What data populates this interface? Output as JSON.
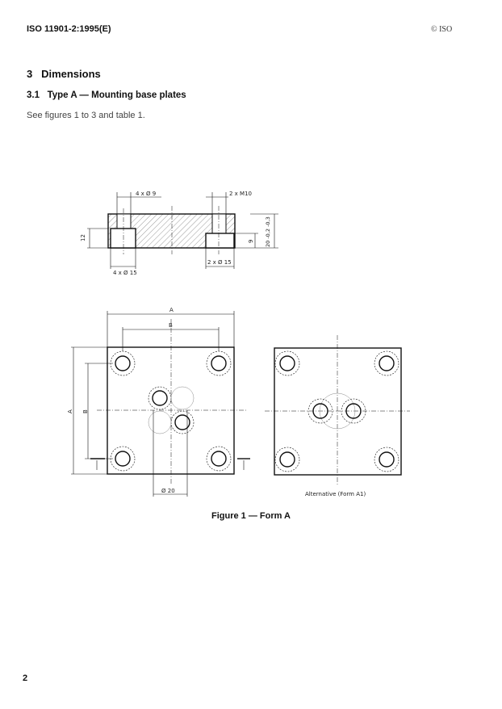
{
  "header": {
    "standard": "ISO 11901-2:1995(E)",
    "copyright": "© ISO"
  },
  "section": {
    "number": "3",
    "title": "Dimensions"
  },
  "subsection": {
    "number": "3.1",
    "title": "Type A — Mounting base plates"
  },
  "body_text": "See figures 1 to 3 and table 1.",
  "figure": {
    "section_view_labels": {
      "top_left": "4 x Ø 9",
      "top_right": "2 x M10",
      "bottom_left": "4 x Ø 15",
      "bottom_right": "2 x Ø 15",
      "height_left": "12",
      "height_right_inner": "9",
      "height_right_outer": "20 -0,2 -0,3"
    },
    "plan_view_labels": {
      "dim_A_top": "A",
      "dim_B_top": "B",
      "dim_A_side": "A",
      "dim_B_side": "B",
      "dim_diameter": "Ø 20"
    },
    "alternative_label": "Alternative (Form A1)",
    "caption": "Figure 1 — Form A"
  },
  "page_number": "2"
}
